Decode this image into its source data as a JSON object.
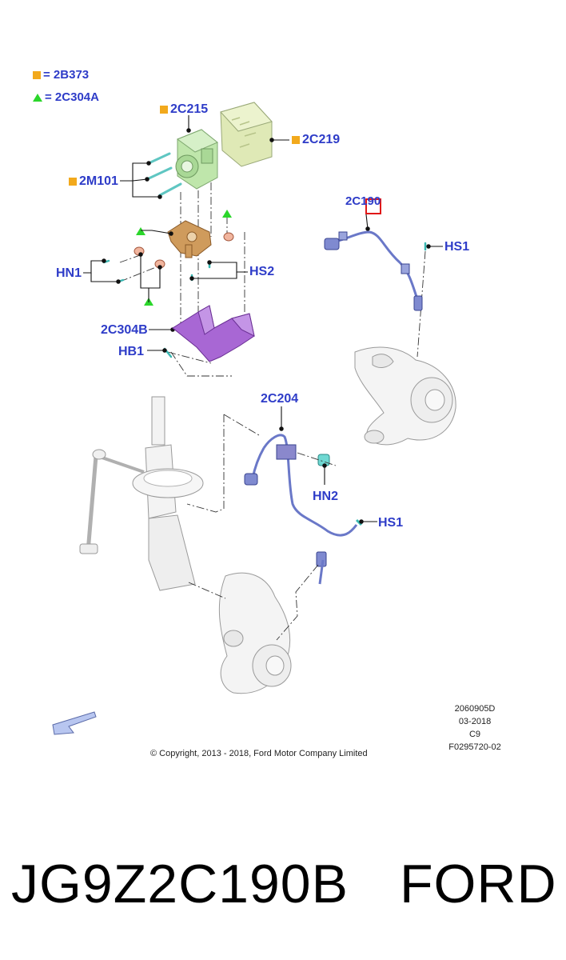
{
  "legend": [
    {
      "symbol": "square",
      "text": "= 2B373"
    },
    {
      "symbol": "triangle",
      "text": "= 2C304A"
    }
  ],
  "callouts": {
    "c2C215": "2C215",
    "c2C219": "2C219",
    "c2M101": "2M101",
    "c2C190": "2C190",
    "cHS1_top": "HS1",
    "cHN1": "HN1",
    "cHS2": "HS2",
    "c2C304B": "2C304B",
    "cHB1": "HB1",
    "c2C204": "2C204",
    "cHN2": "HN2",
    "cHS1_bottom": "HS1"
  },
  "meta": {
    "line1": "2060905D",
    "line2": "03-2018",
    "line3": "C9",
    "line4": "F0295720-02"
  },
  "copyright": "© Copyright, 2013 - 2018, Ford Motor Company Limited",
  "part_number": "JG9Z2C190B",
  "brand": "FORD",
  "colors": {
    "label_blue": "#2e3cc8",
    "legend_square": "#f2a91c",
    "legend_triangle": "#2bd62b",
    "highlight_red": "#e01818",
    "abs_module_green": "#b8e6a4",
    "ecu_yellow_green": "#d7e6a6",
    "bracket_orange": "#c88a48",
    "bracket_purple": "#9a52c8",
    "sensor_blue": "#6a78c8"
  }
}
